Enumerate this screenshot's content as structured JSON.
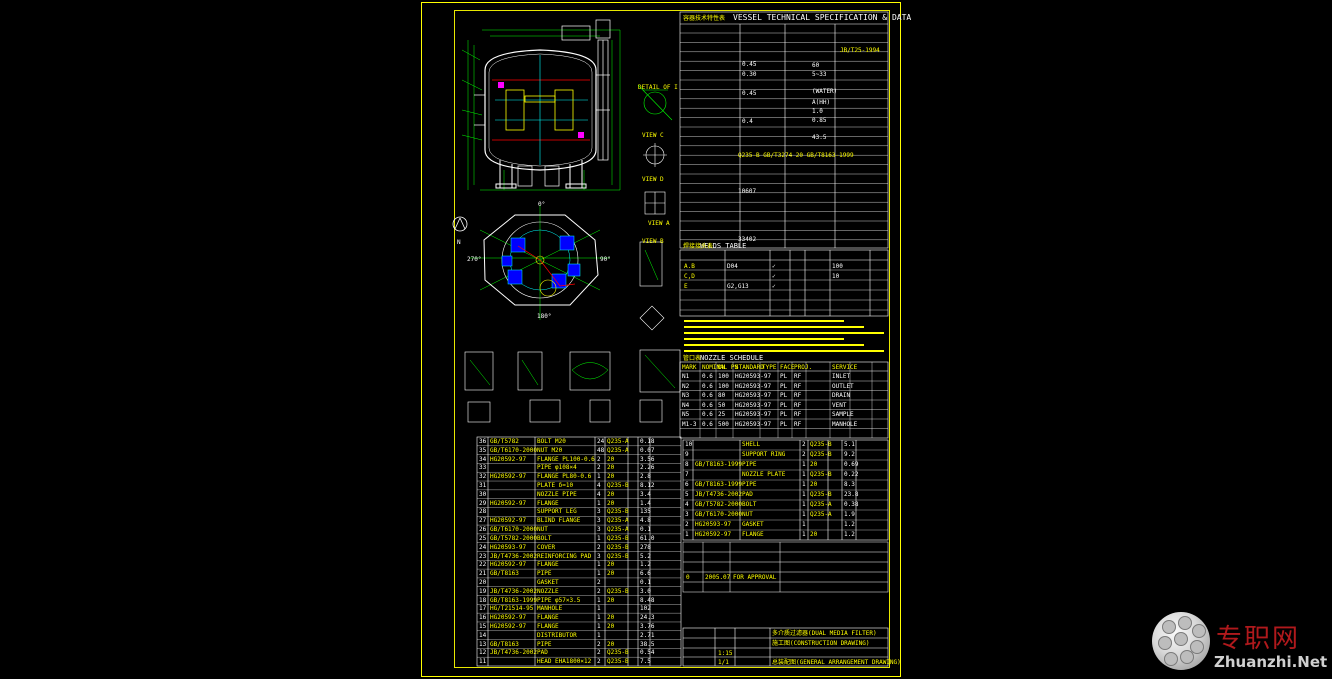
{
  "drawing": {
    "spec_title": "VESSEL TECHNICAL SPECIFICATION & DATA",
    "spec_title_cn": "容器技术特性表",
    "design_code": "JB/T25-1994",
    "values_left": [
      "0.45",
      "0.30",
      "0.45",
      "0.4",
      "10607",
      "33402"
    ],
    "values_right": [
      "60",
      "5~33",
      "(WATER)",
      "A(HH)",
      "1.0",
      "0.85",
      "43.5"
    ],
    "materials_note": "Q235-B GB/T3274 20 GB/T8163-1999",
    "welds_title": "WELDS TABLE",
    "welds_title_cn": "焊接接头表",
    "weld_rows": [
      {
        "mark": "A.B",
        "type": "",
        "code": "D04",
        "inspect": "✓",
        "pct": "100"
      },
      {
        "mark": "C,D",
        "type": "",
        "code": "",
        "inspect": "✓",
        "pct": "10"
      },
      {
        "mark": "E",
        "type": "",
        "code": "G2,G13",
        "inspect": "✓",
        "pct": ""
      }
    ],
    "nozzle_title": "NOZZLE SCHEDULE",
    "nozzle_title_cn": "管口表",
    "nozzle_headers": [
      "MARK",
      "NOMINAL PN",
      "DN",
      "STANDARD",
      "TYPE",
      "FACE",
      "PROJ.",
      "SERVICE"
    ],
    "nozzle_rows": [
      {
        "mark": "N1",
        "pn": "0.6",
        "dn": "100",
        "std": "HG20593-97",
        "type": "PL",
        "face": "RF",
        "service": "INLET"
      },
      {
        "mark": "N2",
        "pn": "0.6",
        "dn": "100",
        "std": "HG20593-97",
        "type": "PL",
        "face": "RF",
        "service": "OUTLET"
      },
      {
        "mark": "N3",
        "pn": "0.6",
        "dn": "80",
        "std": "HG20593-97",
        "type": "PL",
        "face": "RF",
        "service": "DRAIN"
      },
      {
        "mark": "N4",
        "pn": "0.6",
        "dn": "50",
        "std": "HG20593-97",
        "type": "PL",
        "face": "RF",
        "service": "VENT"
      },
      {
        "mark": "N5",
        "pn": "0.6",
        "dn": "25",
        "std": "HG20593-97",
        "type": "PL",
        "face": "RF",
        "service": "SAMPLE"
      },
      {
        "mark": "M1-3",
        "pn": "0.6",
        "dn": "500",
        "std": "HG20593-97",
        "type": "PL",
        "face": "RF",
        "service": "MANHOLE"
      }
    ],
    "title_block": {
      "rev": "0",
      "date": "2005.07",
      "approval": "FOR APPROVAL",
      "title_1": "多介质过滤器(DUAL MEDIA FILTER)",
      "title_2": "施工图(CONSTRUCTION DRAWING)",
      "title_3": "总装配图(GENERAL ARRANGEMENT DRAWING)",
      "scale": "1:15",
      "sheet": "1/1"
    },
    "view_labels": [
      "VIEW C",
      "VIEW D",
      "VIEW A",
      "N",
      "0°",
      "90°",
      "180°",
      "270°",
      "DETAIL OF I",
      "VIEW B"
    ],
    "bom_left": [
      {
        "no": "36",
        "std": "GB/T5782",
        "name": "BOLT M20",
        "qty": "24",
        "mat": "Q235-A",
        "w": "0.18"
      },
      {
        "no": "35",
        "std": "GB/T6170-2000",
        "name": "NUT M20",
        "qty": "48",
        "mat": "Q235-A",
        "w": "0.07"
      },
      {
        "no": "34",
        "std": "HG20592-97",
        "name": "FLANGE PL100-0.6",
        "qty": "2",
        "mat": "20",
        "w": "3.56"
      },
      {
        "no": "33",
        "std": "",
        "name": "PIPE φ108×4",
        "qty": "2",
        "mat": "20",
        "w": "2.26"
      },
      {
        "no": "32",
        "std": "HG20592-97",
        "name": "FLANGE PL80-0.6",
        "qty": "1",
        "mat": "20",
        "w": "2.8"
      },
      {
        "no": "31",
        "std": "",
        "name": "PLATE δ=10",
        "qty": "4",
        "mat": "Q235-B",
        "w": "8.12"
      },
      {
        "no": "30",
        "std": "",
        "name": "NOZZLE PIPE",
        "qty": "4",
        "mat": "20",
        "w": "3.4"
      },
      {
        "no": "29",
        "std": "HG20592-97",
        "name": "FLANGE",
        "qty": "1",
        "mat": "20",
        "w": "1.4"
      },
      {
        "no": "28",
        "std": "",
        "name": "SUPPORT LEG",
        "qty": "3",
        "mat": "Q235-B",
        "w": "135"
      },
      {
        "no": "27",
        "std": "HG20592-97",
        "name": "BLIND FLANGE",
        "qty": "3",
        "mat": "Q235-A",
        "w": "4.8"
      },
      {
        "no": "26",
        "std": "GB/T6170-2000",
        "name": "NUT",
        "qty": "3",
        "mat": "Q235-A",
        "w": "0.1"
      },
      {
        "no": "25",
        "std": "GB/T5782-2000",
        "name": "BOLT",
        "qty": "1",
        "mat": "Q235-B",
        "w": "61.0"
      },
      {
        "no": "24",
        "std": "HG20593-97",
        "name": "COVER",
        "qty": "2",
        "mat": "Q235-B",
        "w": "278"
      },
      {
        "no": "23",
        "std": "JB/T4736-2002",
        "name": "REINFORCING PAD",
        "qty": "3",
        "mat": "Q235-B",
        "w": "5.2"
      },
      {
        "no": "22",
        "std": "HG20592-97",
        "name": "FLANGE",
        "qty": "1",
        "mat": "20",
        "w": "1.2"
      },
      {
        "no": "21",
        "std": "GB/T8163",
        "name": "PIPE",
        "qty": "1",
        "mat": "20",
        "w": "6.6"
      },
      {
        "no": "20",
        "std": "",
        "name": "GASKET",
        "qty": "2",
        "mat": "",
        "w": "0.1"
      },
      {
        "no": "19",
        "std": "JB/T4736-2002",
        "name": "NOZZLE",
        "qty": "2",
        "mat": "Q235-B",
        "w": "3.0"
      },
      {
        "no": "18",
        "std": "GB/T8163-1999",
        "name": "PIPE φ57×3.5",
        "qty": "1",
        "mat": "20",
        "w": "8.48"
      },
      {
        "no": "17",
        "std": "HG/T21514-95",
        "name": "MANHOLE",
        "qty": "1",
        "mat": "",
        "w": "102"
      },
      {
        "no": "16",
        "std": "HG20592-97",
        "name": "FLANGE",
        "qty": "1",
        "mat": "20",
        "w": "24.3"
      },
      {
        "no": "15",
        "std": "HG20592-97",
        "name": "FLANGE",
        "qty": "1",
        "mat": "20",
        "w": "3.76"
      },
      {
        "no": "14",
        "std": "",
        "name": "DISTRIBUTOR",
        "qty": "1",
        "mat": "",
        "w": "2.71"
      },
      {
        "no": "13",
        "std": "GB/T8163",
        "name": "PIPE",
        "qty": "2",
        "mat": "20",
        "w": "38.5"
      },
      {
        "no": "12",
        "std": "JB/T4736-2002",
        "name": "PAD",
        "qty": "2",
        "mat": "Q235-B",
        "w": "0.54"
      },
      {
        "no": "11",
        "std": "",
        "name": "HEAD EHA1800×12",
        "qty": "2",
        "mat": "Q235-B",
        "w": "7.5"
      }
    ],
    "bom_right": [
      {
        "no": "10",
        "std": "",
        "name": "SHELL",
        "qty": "2",
        "mat": "Q235-B",
        "w": "5.1"
      },
      {
        "no": "9",
        "std": "",
        "name": "SUPPORT RING",
        "qty": "2",
        "mat": "Q235-B",
        "w": "9.2"
      },
      {
        "no": "8",
        "std": "GB/T8163-1999",
        "name": "PIPE",
        "qty": "1",
        "mat": "20",
        "w": "0.69"
      },
      {
        "no": "7",
        "std": "",
        "name": "NOZZLE PLATE",
        "qty": "1",
        "mat": "Q235-B",
        "w": "0.22"
      },
      {
        "no": "6",
        "std": "GB/T8163-1999",
        "name": "PIPE",
        "qty": "1",
        "mat": "20",
        "w": "8.3"
      },
      {
        "no": "5",
        "std": "JB/T4736-2002",
        "name": "PAD",
        "qty": "1",
        "mat": "Q235-B",
        "w": "23.8"
      },
      {
        "no": "4",
        "std": "GB/T5782-2000",
        "name": "BOLT",
        "qty": "1",
        "mat": "Q235-A",
        "w": "0.38"
      },
      {
        "no": "3",
        "std": "GB/T6170-2000",
        "name": "NUT",
        "qty": "1",
        "mat": "Q235-A",
        "w": "1.9"
      },
      {
        "no": "2",
        "std": "HG20593-97",
        "name": "GASKET",
        "qty": "1",
        "mat": "",
        "w": "1.2"
      },
      {
        "no": "1",
        "std": "HG20592-97",
        "name": "FLANGE",
        "qty": "1",
        "mat": "20",
        "w": "1.2"
      }
    ]
  },
  "watermark": {
    "cn": "专职网",
    "en": "Zhuanzhi.Net"
  },
  "colors": {
    "background": "#000000",
    "frame": "#ffff00",
    "line_white": "#ffffff",
    "line_green": "#00ff00",
    "line_cyan": "#00ffff",
    "line_blue": "#0000ff",
    "line_red": "#ff0000"
  }
}
